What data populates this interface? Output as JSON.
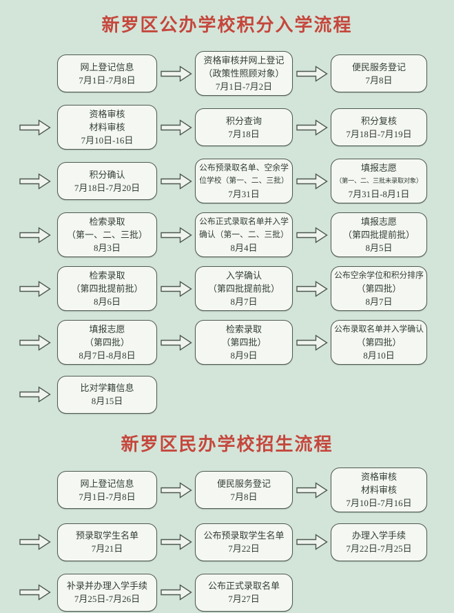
{
  "colors": {
    "background": "#d3e5d9",
    "box_fill": "#f4f7f2",
    "box_border": "#4d574f",
    "arrow_fill": "#f0f4ee",
    "title_red": "#c5463c",
    "text": "#333d36"
  },
  "icons": {
    "arrow": "right-block-arrow-icon"
  },
  "flows": [
    {
      "title": "新罗区公办学校积分入学流程",
      "rows": [
        {
          "lead_arrow": false,
          "boxes": [
            {
              "lines": [
                "网上登记信息",
                "7月1日-7月8日"
              ]
            },
            {
              "lines": [
                "资格审核并网上登记",
                "（政策性照顾对象）",
                "7月1日-7月2日"
              ]
            },
            {
              "lines": [
                "便民服务登记",
                "7月8日"
              ]
            }
          ]
        },
        {
          "lead_arrow": true,
          "boxes": [
            {
              "lines": [
                "资格审核",
                "材料审核",
                "7月10日-16日"
              ]
            },
            {
              "lines": [
                "积分查询",
                "7月18日"
              ]
            },
            {
              "lines": [
                "积分复核",
                "7月18日-7月19日"
              ]
            }
          ]
        },
        {
          "lead_arrow": true,
          "boxes": [
            {
              "lines": [
                "积分确认",
                "7月18日-7月20日"
              ]
            },
            {
              "lines": [
                "公布预录取名单、空余学",
                "位学校（第一、二、三批）",
                "7月31日"
              ]
            },
            {
              "lines": [
                "填报志愿",
                "（第一、二、三批未录取对象）",
                "7月31日-8月1日"
              ]
            }
          ]
        },
        {
          "lead_arrow": true,
          "boxes": [
            {
              "lines": [
                "检索录取",
                "（第一、二、三批）",
                "8月3日"
              ]
            },
            {
              "lines": [
                "公布正式录取名单并入学",
                "确认（第一、二、三批）",
                "8月4日"
              ]
            },
            {
              "lines": [
                "填报志愿",
                "（第四批提前批）",
                "8月5日"
              ]
            }
          ]
        },
        {
          "lead_arrow": true,
          "boxes": [
            {
              "lines": [
                "检索录取",
                "（第四批提前批）",
                "8月6日"
              ]
            },
            {
              "lines": [
                "入学确认",
                "（第四批提前批）",
                "8月7日"
              ]
            },
            {
              "lines": [
                "公布空余学位和积分排序",
                "（第四批）",
                "8月7日"
              ]
            }
          ]
        },
        {
          "lead_arrow": true,
          "boxes": [
            {
              "lines": [
                "填报志愿",
                "（第四批）",
                "8月7日-8月8日"
              ]
            },
            {
              "lines": [
                "检索录取",
                "（第四批）",
                "8月9日"
              ]
            },
            {
              "lines": [
                "公布录取名单并入学确认",
                "（第四批）",
                "8月10日"
              ]
            }
          ]
        },
        {
          "lead_arrow": true,
          "boxes": [
            {
              "lines": [
                "比对学籍信息",
                "8月15日"
              ]
            }
          ]
        }
      ]
    },
    {
      "title": "新罗区民办学校招生流程",
      "rows": [
        {
          "lead_arrow": false,
          "boxes": [
            {
              "lines": [
                "网上登记信息",
                "7月1日-7月8日"
              ]
            },
            {
              "lines": [
                "便民服务登记",
                "7月8日"
              ]
            },
            {
              "lines": [
                "资格审核",
                "材料审核",
                "7月10日-7月16日"
              ]
            }
          ]
        },
        {
          "lead_arrow": true,
          "boxes": [
            {
              "lines": [
                "预录取学生名单",
                "7月21日"
              ]
            },
            {
              "lines": [
                "公布预录取学生名单",
                "7月22日"
              ]
            },
            {
              "lines": [
                "办理入学手续",
                "7月22日-7月25日"
              ]
            }
          ]
        },
        {
          "lead_arrow": true,
          "boxes": [
            {
              "lines": [
                "补录并办理入学手续",
                "7月25日-7月26日"
              ]
            },
            {
              "lines": [
                "公布正式录取名单",
                "7月27日"
              ]
            }
          ]
        }
      ]
    }
  ]
}
